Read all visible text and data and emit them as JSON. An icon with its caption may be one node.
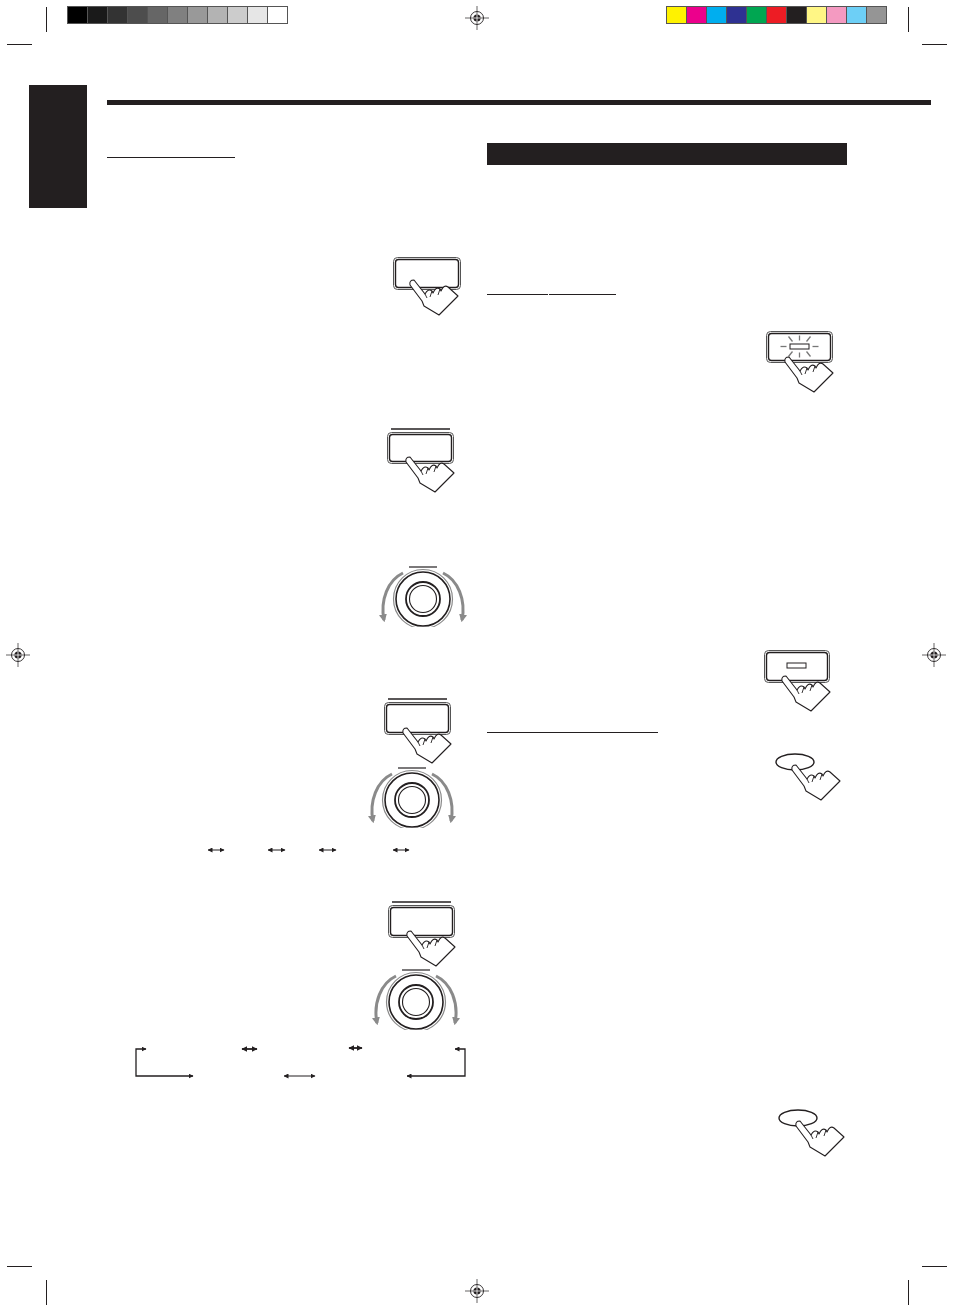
{
  "diagram": {
    "nodes": [
      {
        "text": [],
        "shape": "picture"
      },
      {
        "text": [],
        "shape": "picture"
      },
      {
        "text": [],
        "shape": "picture"
      },
      {
        "text": [],
        "shape": "picture"
      },
      {
        "text": [],
        "shape": "picture"
      },
      {
        "text": [],
        "shape": "picture"
      },
      {
        "text": [],
        "shape": "picture"
      },
      {
        "text": [],
        "shape": "bar"
      },
      {
        "text": [],
        "shape": "picture"
      },
      {
        "text": [],
        "shape": "picture"
      },
      {
        "text": [],
        "shape": "picture"
      },
      {
        "text": [],
        "shape": "picture"
      }
    ]
  }
}
